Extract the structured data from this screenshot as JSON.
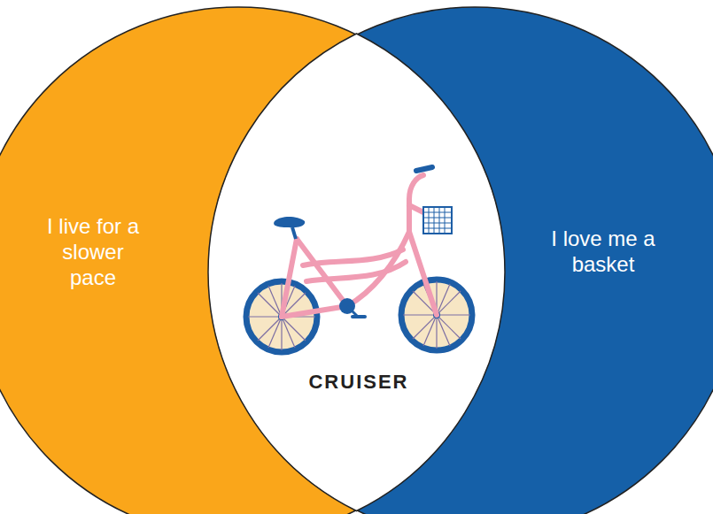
{
  "diagram": {
    "nodes": [
      {
        "text": [
          "I live for a slower pace"
        ]
      },
      {
        "text": [
          "CRUISER"
        ]
      },
      {
        "text": [
          "I love me a basket"
        ]
      }
    ]
  }
}
